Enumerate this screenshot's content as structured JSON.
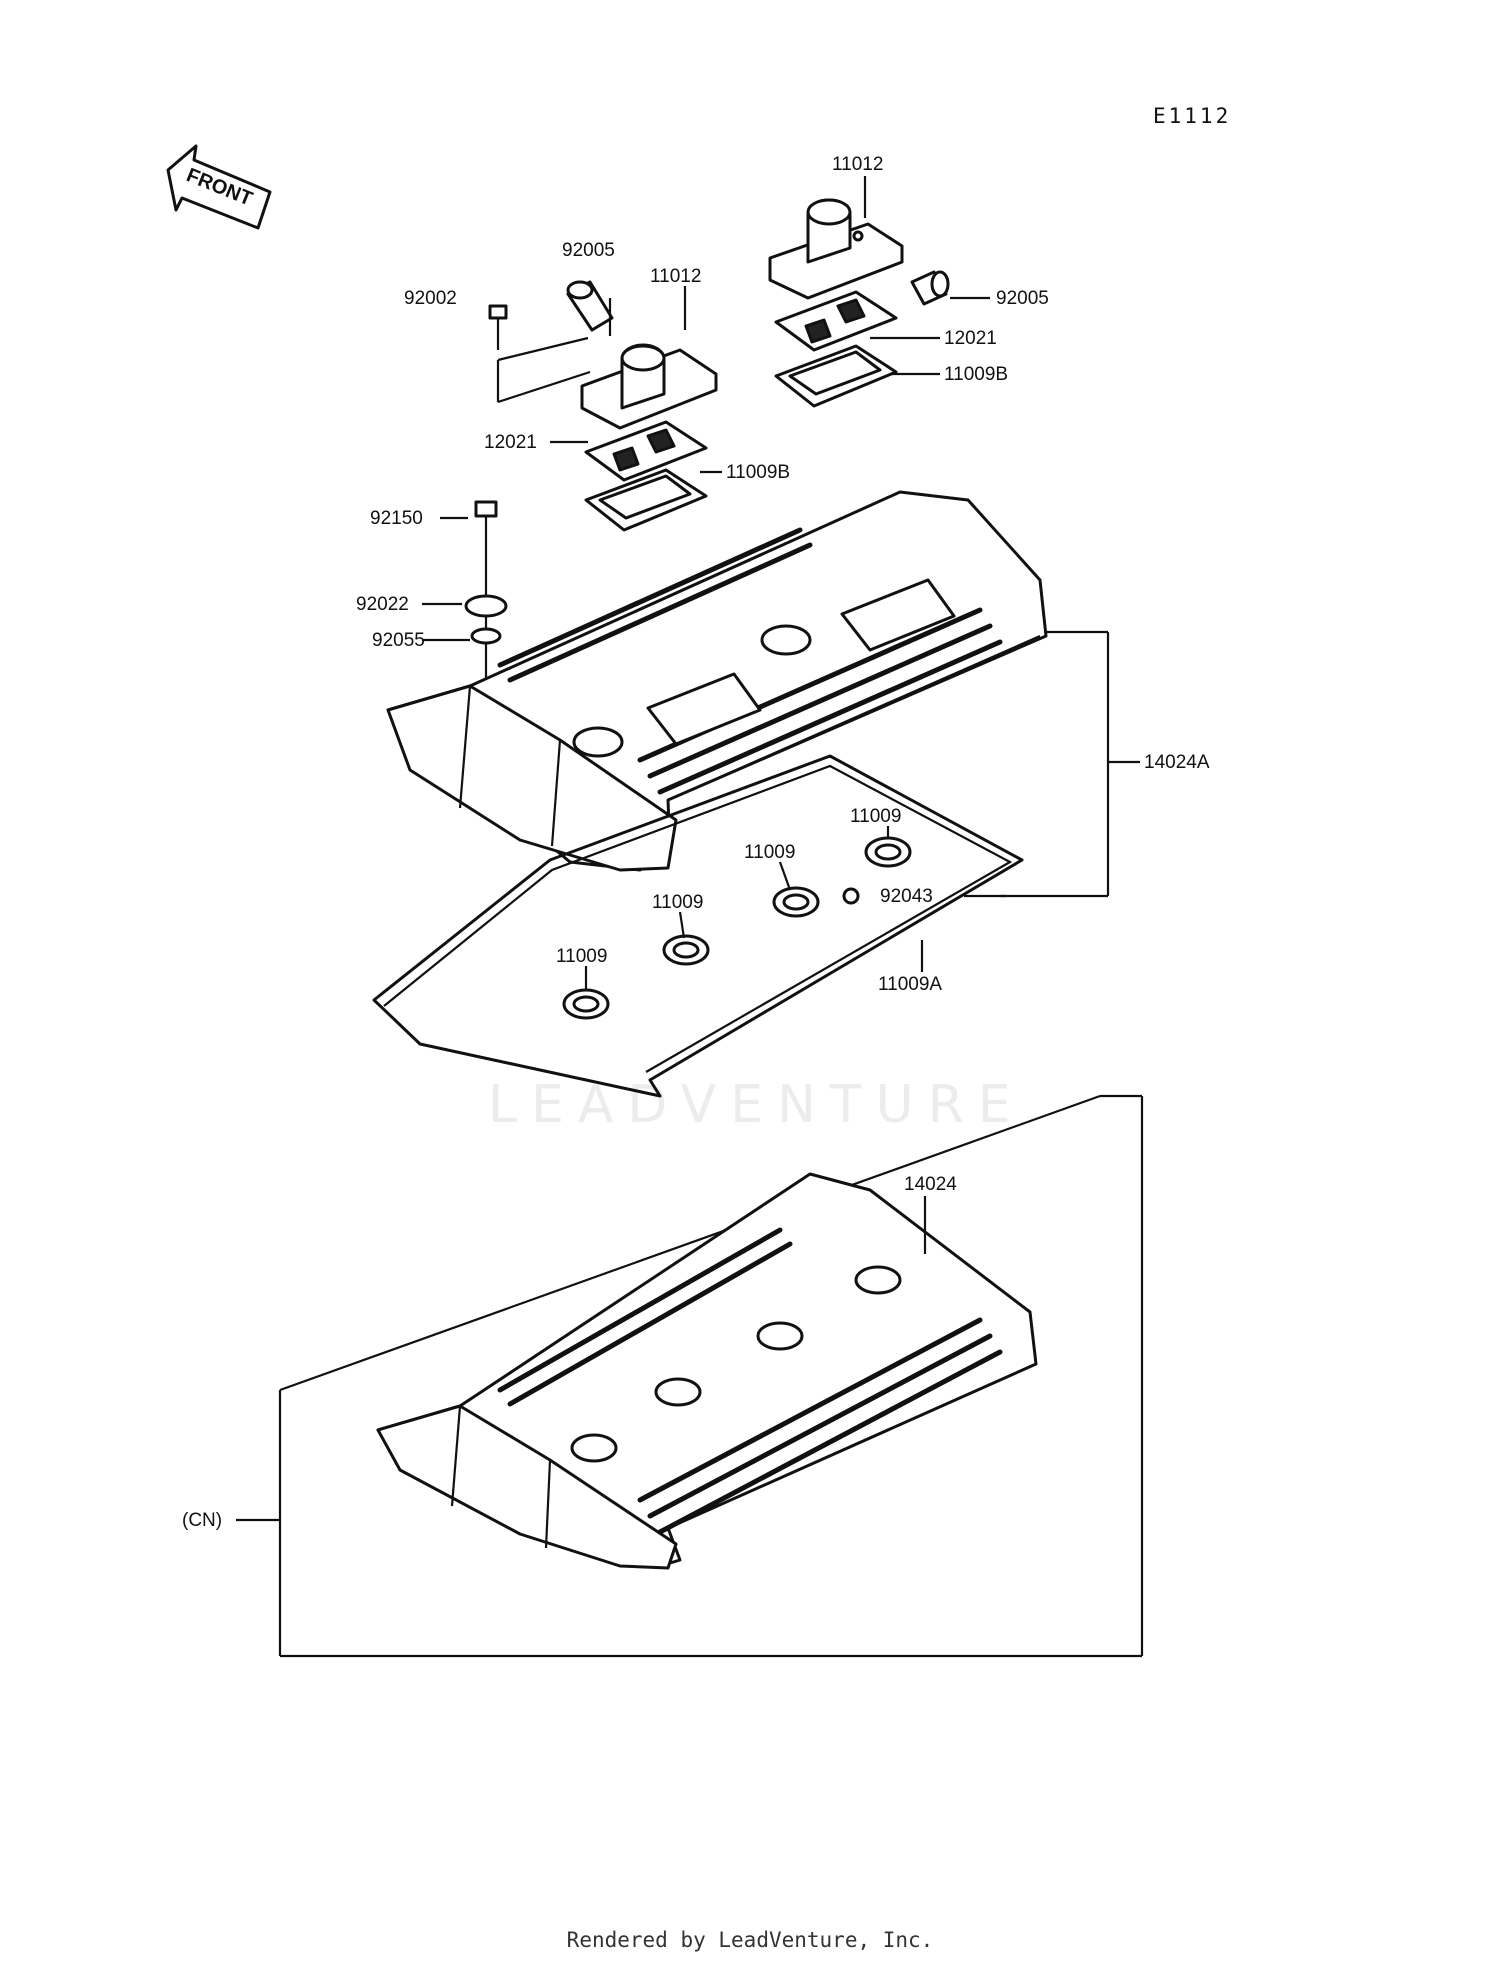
{
  "diagram_code": "E1112",
  "front_label": "FRONT",
  "watermark": "LEADVENTURE",
  "footer": "Rendered by LeadVenture, Inc.",
  "labels": {
    "p11012_right": "11012",
    "p92005_right": "92005",
    "p12021_right": "12021",
    "p11009b_right": "11009B",
    "p92005_left": "92005",
    "p11012_left": "11012",
    "p92002": "92002",
    "p12021_left": "12021",
    "p11009b_left": "11009B",
    "p92150": "92150",
    "p92022": "92022",
    "p92055": "92055",
    "p14024a": "14024A",
    "p11009_1": "11009",
    "p11009_2": "11009",
    "p11009_3": "11009",
    "p11009_4": "11009",
    "p92043": "92043",
    "p11009a": "11009A",
    "p14024": "14024",
    "cn": "(CN)"
  }
}
